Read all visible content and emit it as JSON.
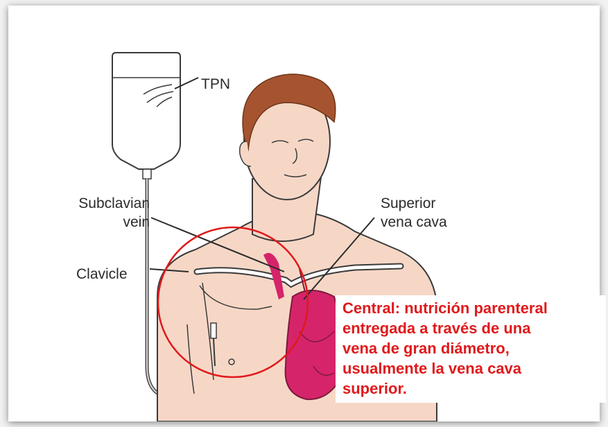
{
  "labels": {
    "tpn": "TPN",
    "subclavian_vein": [
      "Subclavian",
      "vein"
    ],
    "superior_vena_cava": [
      "Superior",
      "vena cava"
    ],
    "clavicle": "Clavicle"
  },
  "caption": {
    "lines": [
      "Central: nutrición parenteral",
      "entregada a través de una",
      "vena de gran diámetro,",
      "usualmente la vena cava",
      "superior."
    ],
    "color": "#e0191b"
  },
  "colors": {
    "skin": "#f6d7c6",
    "hair": "#a5542f",
    "heart": "#d6246a",
    "highlight_circle": "#e0191b",
    "line_art": "#3a3a3a"
  }
}
